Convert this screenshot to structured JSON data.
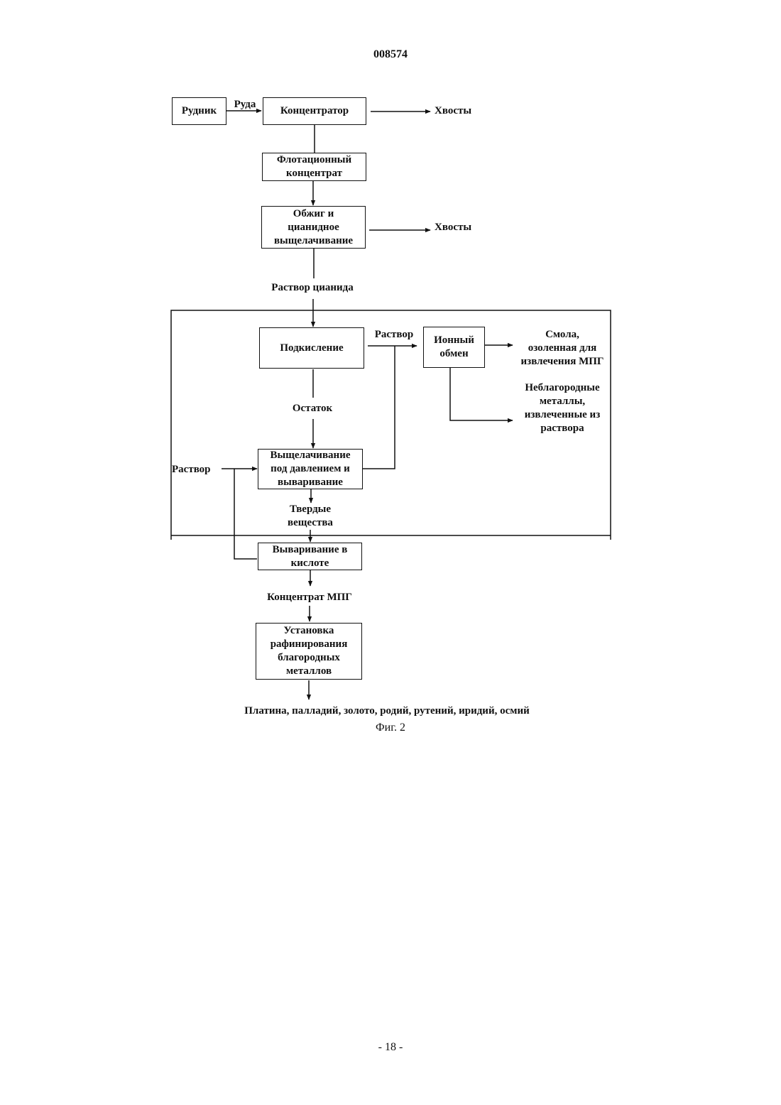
{
  "header": {
    "doc_number": "008574"
  },
  "boxes": {
    "mine": "Рудник",
    "concentrator": "Концентратор",
    "flotation": "Флотационный\nконцентрат",
    "roasting": "Обжиг и\nцианидное\nвыщелачивание",
    "acidification": "Подкисление",
    "ion_exchange": "Ионный\nобмен",
    "pressure_leach": "Выщелачивание\nпод давлением и\nвываривание",
    "acid_digest": "Вываривание в\nкислоте",
    "refinery": "Установка\nрафинирования\nблагородных\nметаллов"
  },
  "labels": {
    "ore": "Руда",
    "tailings_1": "Хвосты",
    "tailings_2": "Хвосты",
    "cyanide_solution": "Раствор цианида",
    "solution_top": "Раствор",
    "resin": "Смола,\nозоленная для\nизвлечения МПГ",
    "base_metals": "Неблагородные\nметаллы,\nизвлеченные из\nраствора",
    "residue": "Остаток",
    "solution_left": "Раствор",
    "solids": "Твердые\nвещества",
    "pgm_concentrate": "Концентрат МПГ",
    "products": "Платина, палладий, золото, родий, рутений, иридий, осмий",
    "figure": "Фиг. 2"
  },
  "footer": {
    "page_number": "- 18 -"
  }
}
